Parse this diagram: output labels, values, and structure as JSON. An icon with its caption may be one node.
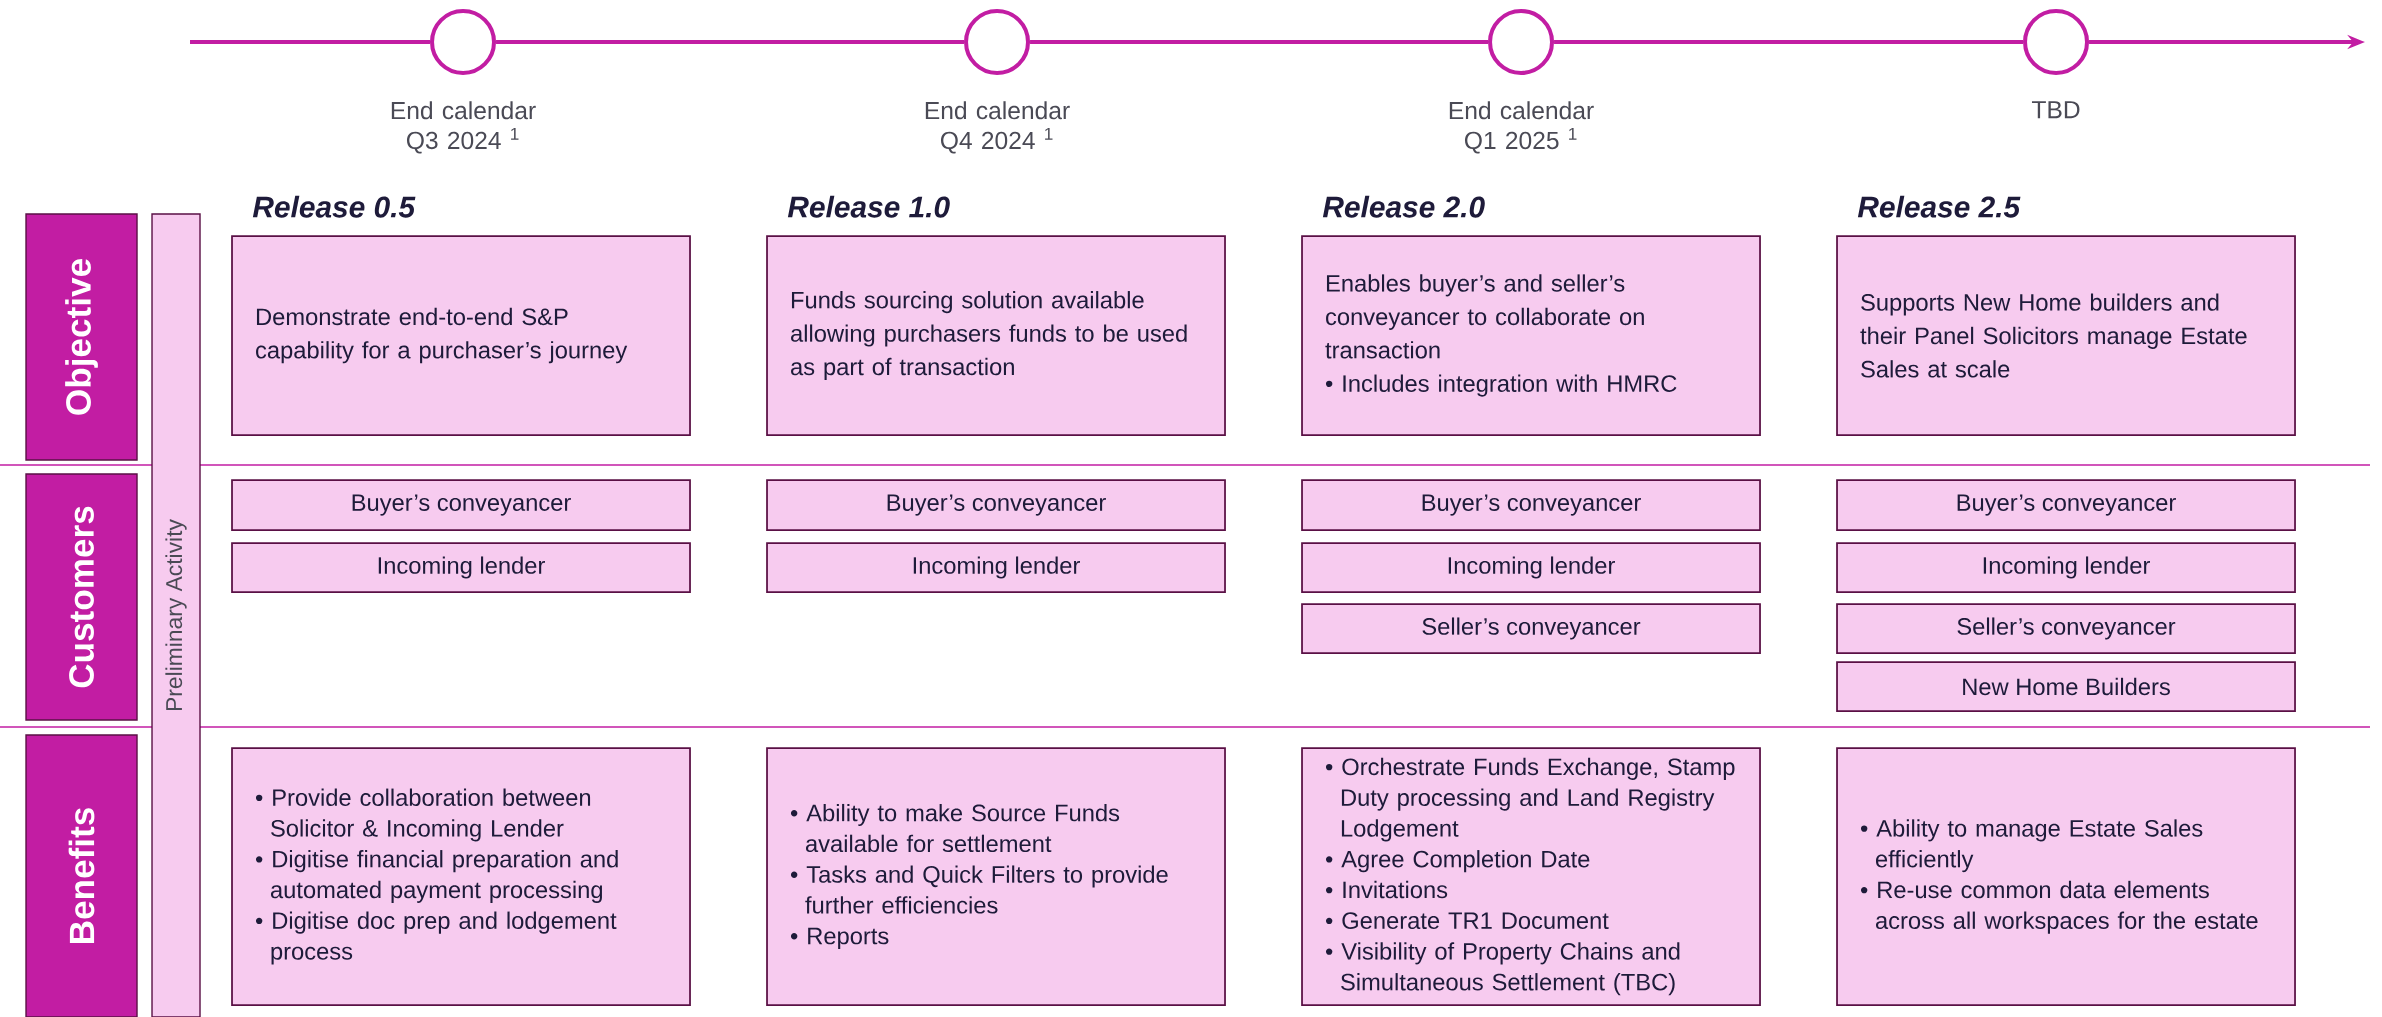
{
  "diagram": {
    "nodes": [
      {
        "text": [],
        "shape": "circle",
        "beside": [
          "End calendar Q3 2024 $^{1}$"
        ]
      },
      {
        "text": [],
        "shape": "circle",
        "beside": [
          "End calendar Q4 2024 $^{1}$"
        ]
      },
      {
        "text": [],
        "shape": "circle",
        "beside": [
          "End calendar Q1 2025 $^{1}$"
        ]
      },
      {
        "text": [],
        "shape": "circle",
        "beside": [
          "TBD"
        ]
      },
      {
        "text": [
          "Objective"
        ]
      },
      {
        "text": [
          "Preliminary Activity"
        ]
      },
      {
        "text": [
          "Release 0.5",
          "Demonstrate end-to-end S&P capability for a purchaser’s journey"
        ]
      },
      {
        "text": [
          "Release 1.0",
          "Funds sourcing solution available allowing purchasers funds to be used as part of transaction"
        ]
      },
      {
        "text": [
          "Release 2.0",
          "Enables buyer’s and seller’s conveyancer to collaborate on transaction",
          "• Includes integration with HMRC"
        ]
      },
      {
        "text": [
          "Release 2.5",
          "Supports New Home builders and their Panel Solicitors manage Estate Sales at scale"
        ]
      },
      {
        "text": [
          "Customers"
        ]
      },
      {
        "text": [
          "Buyer’s conveyancer"
        ]
      },
      {
        "text": [
          "Incoming lender"
        ]
      },
      {
        "text": [
          "Buyer’s conveyancer"
        ]
      },
      {
        "text": [
          "Incoming lender"
        ]
      },
      {
        "text": [
          "Buyer’s conveyancer"
        ]
      },
      {
        "text": [
          "Incoming lender"
        ]
      },
      {
        "text": [
          "Seller’s conveyancer"
        ]
      },
      {
        "text": [
          "Buyer’s conveyancer"
        ]
      },
      {
        "text": [
          "Incoming lender"
        ]
      },
      {
        "text": [
          "Seller’s conveyancer"
        ]
      },
      {
        "text": [
          "New Home Builders"
        ]
      },
      {
        "text": [
          "Benefits"
        ]
      },
      {
        "text": [
          "• Provide collaboration between Solicitor & Incoming Lender",
          "• Digitise financial preparation and automated payment processing",
          "• Digitise doc prep and lodgement process"
        ]
      },
      {
        "text": [
          "• Ability to make Source Funds available for settlement",
          "• Tasks and Quick Filters to provide further efficiencies",
          "• Reports"
        ]
      },
      {
        "text": [
          "• Orchestrate Funds Exchange, Stamp Duty processing and Land Registry Lodgement",
          "• Agree Completion Date",
          "• Invitations",
          "• Generate TR1 Document",
          "• Visibility of Property Chains and Simultaneous Settlement (TBC)"
        ]
      },
      {
        "text": [
          "• Ability to manage Estate Sales efficiently",
          "• Re-use common data elements across all workspaces for the estate"
        ]
      }
    ],
    "edges": [
      {
        "from": null,
        "to": 0,
        "arrow": "none"
      },
      {
        "from": 0,
        "to": 1,
        "arrow": "none"
      },
      {
        "from": 1,
        "to": 2,
        "arrow": "none"
      },
      {
        "from": 2,
        "to": 3,
        "arrow": "none"
      },
      {
        "from": 3,
        "to": null,
        "arrow": "to"
      }
    ]
  }
}
